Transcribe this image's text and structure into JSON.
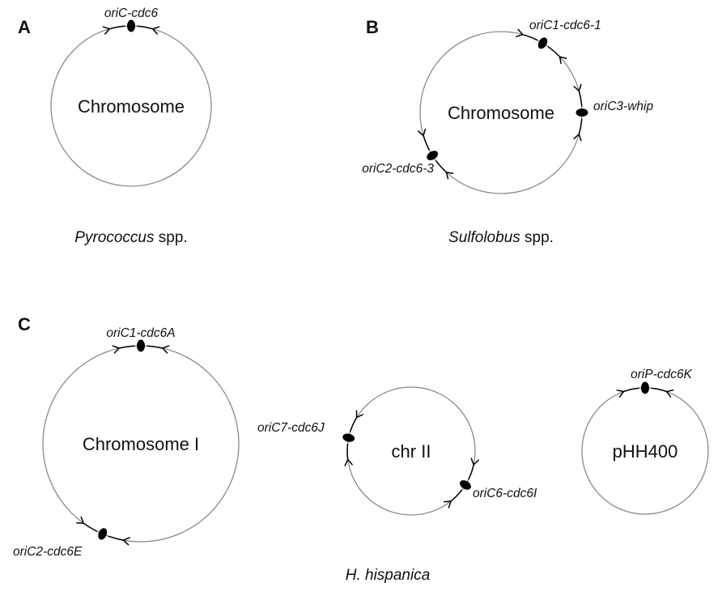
{
  "figure": {
    "panels": [
      {
        "letter": "A",
        "species": {
          "italic": "Pyrococcus",
          "plain": " spp."
        },
        "replicons": [
          {
            "name": "Chromosome",
            "origins": [
              {
                "label": "oriC-cdc6"
              }
            ]
          }
        ]
      },
      {
        "letter": "B",
        "species": {
          "italic": "Sulfolobus",
          "plain": " spp."
        },
        "replicons": [
          {
            "name": "Chromosome",
            "origins": [
              {
                "label": "oriC1-cdc6-1"
              },
              {
                "label": "oriC3-whip"
              },
              {
                "label": "oriC2-cdc6-3"
              }
            ]
          }
        ]
      },
      {
        "letter": "C",
        "species": {
          "italic": "H. hispanica",
          "plain": ""
        },
        "replicons": [
          {
            "name": "Chromosome I",
            "origins": [
              {
                "label": "oriC1-cdc6A"
              },
              {
                "label": "oriC2-cdc6E"
              }
            ]
          },
          {
            "name": "chr II",
            "origins": [
              {
                "label": "oriC7-cdc6J"
              },
              {
                "label": "oriC6-cdc6I"
              }
            ]
          },
          {
            "name": "pHH400",
            "origins": [
              {
                "label": "oriP-cdc6K"
              }
            ]
          }
        ]
      }
    ]
  }
}
